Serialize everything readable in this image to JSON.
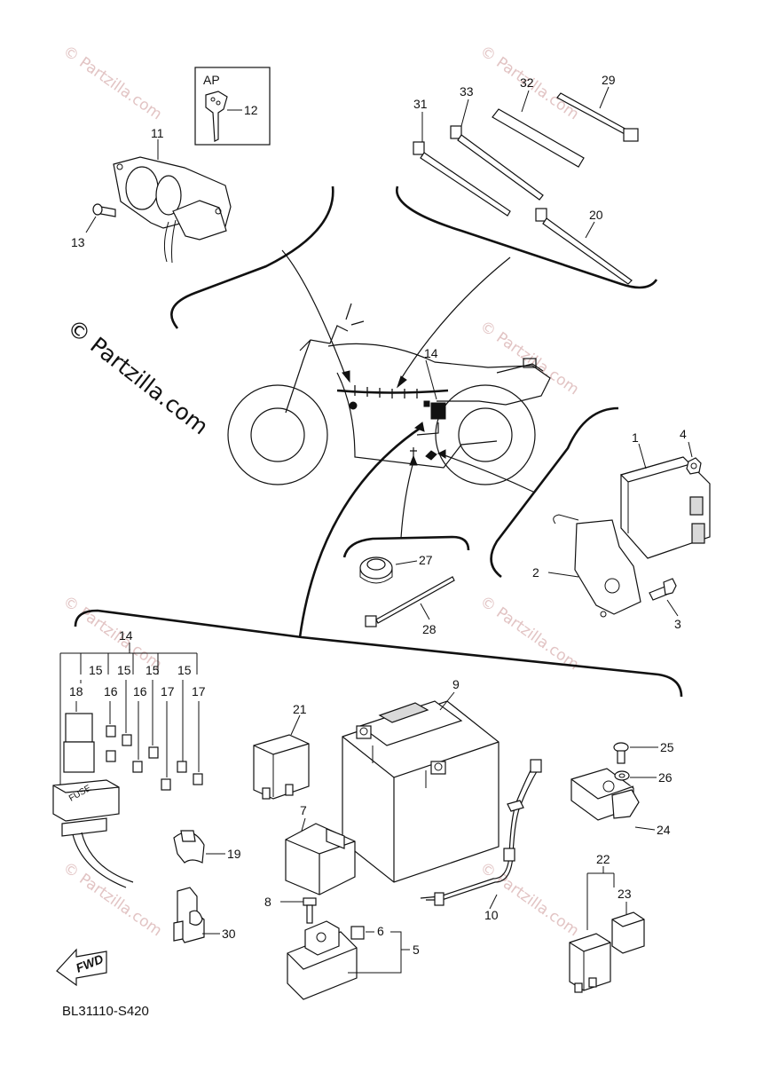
{
  "diagram": {
    "code": "BL31110-S420",
    "watermark_main": "© Partzilla.com",
    "watermark_small": "© Partzilla.com",
    "fwd_label": "FWD",
    "fuse_label": "FUSE",
    "ap_label": "AP",
    "callouts": {
      "c1": "1",
      "c2": "2",
      "c3": "3",
      "c4": "4",
      "c5": "5",
      "c6": "6",
      "c7": "7",
      "c8": "8",
      "c9": "9",
      "c10": "10",
      "c11": "11",
      "c12": "12",
      "c13": "13",
      "c14a": "14",
      "c14b": "14",
      "c15a": "15",
      "c15b": "15",
      "c15c": "15",
      "c15d": "15",
      "c16a": "16",
      "c16b": "16",
      "c17a": "17",
      "c17b": "17",
      "c18": "18",
      "c19": "19",
      "c20": "20",
      "c21": "21",
      "c22": "22",
      "c23": "23",
      "c24": "24",
      "c25": "25",
      "c26": "26",
      "c27": "27",
      "c28": "28",
      "c29": "29",
      "c30": "30",
      "c31": "31",
      "c32": "32",
      "c33": "33"
    }
  }
}
